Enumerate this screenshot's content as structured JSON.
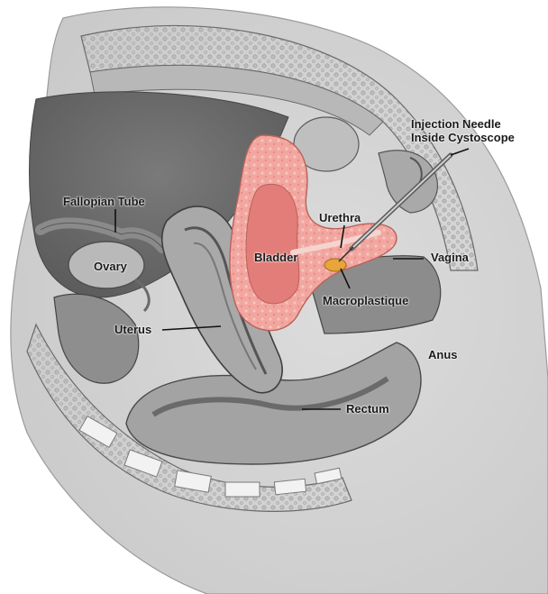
{
  "labels": {
    "needle_line1": "Injection Needle",
    "needle_line2": "Inside Cystoscope",
    "fallopian_tube": "Fallopian Tube",
    "ovary": "Ovary",
    "urethra": "Urethra",
    "bladder": "Bladder",
    "vagina": "Vagina",
    "macroplastique": "Macroplastique",
    "uterus": "Uterus",
    "anus": "Anus",
    "rectum": "Rectum"
  },
  "colors": {
    "tissue_pink": "#ef9a93",
    "bladder_lumen": "#e07b78",
    "bulking_agent": "#e8a53a",
    "soft_tissue": "#d7d7d7",
    "bone_gray": "#e9e9e9",
    "outline": "#3a3a3a"
  }
}
